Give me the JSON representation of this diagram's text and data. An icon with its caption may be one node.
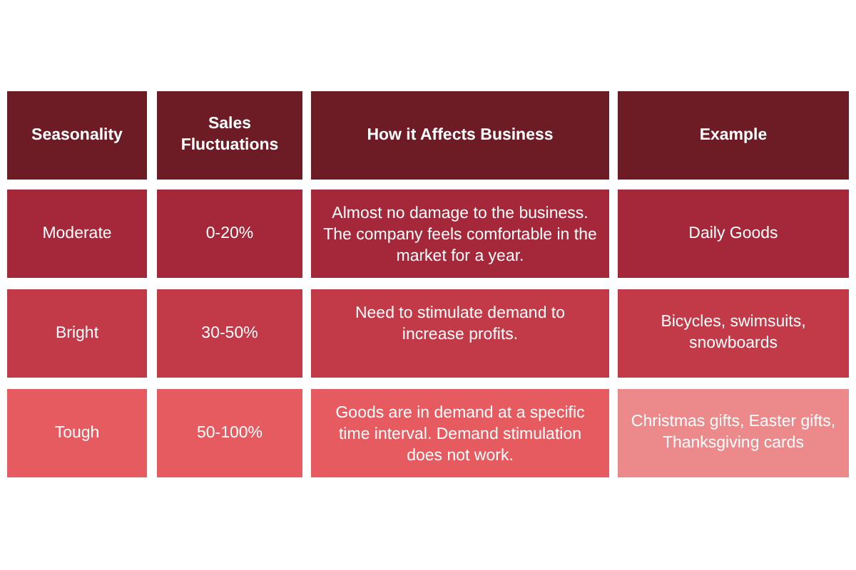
{
  "diagram": {
    "labels": [
      "Seasonality",
      "Sales Fluctuations",
      "How it Affects Business",
      "Example",
      "Moderate",
      "0-20%",
      "Almost no damage to the business. The company feels comfortable in the market for a year.",
      "Daily Goods",
      "Bright",
      "30-50%",
      "Need to stimulate demand to increase profits.",
      "Bicycles, swimsuits, snowboards",
      "Tough",
      "50-100%",
      "Goods are in demand at a specific time interval. Demand stimulation does not work.",
      "Christmas gifts, Easter gifts, Thanksgiving cards"
    ]
  }
}
